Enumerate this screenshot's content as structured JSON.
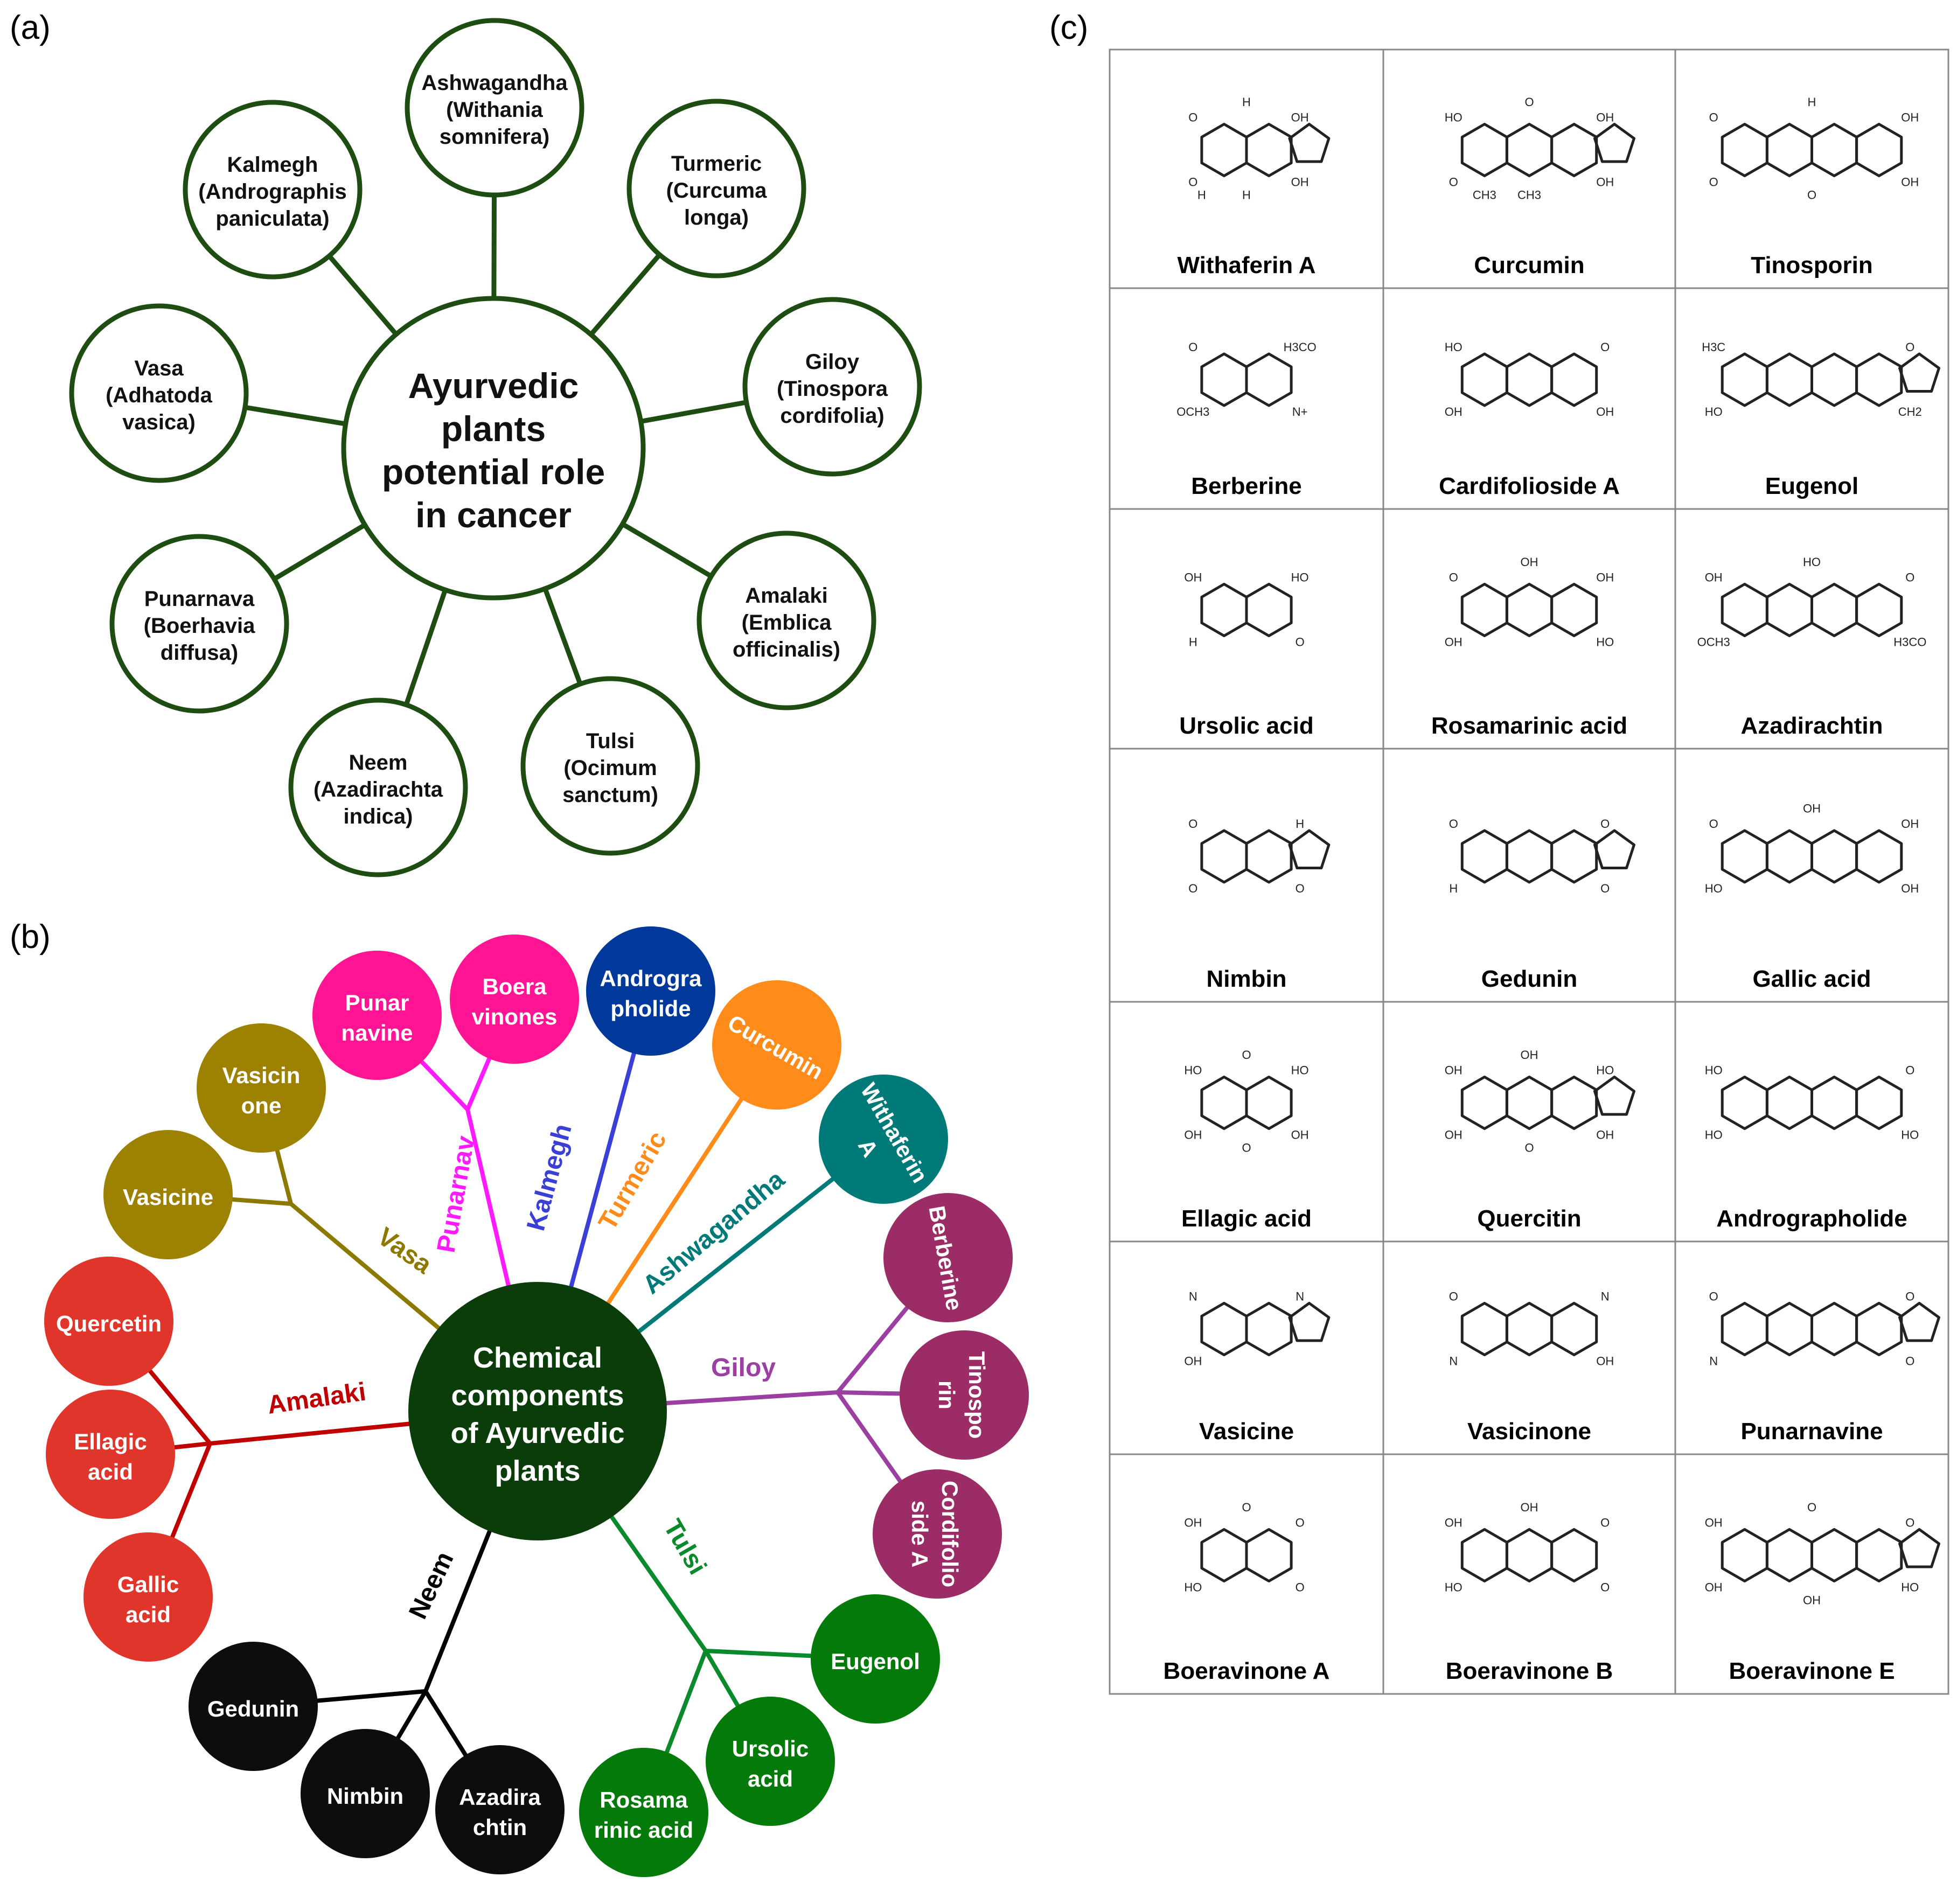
{
  "panel_a": {
    "label": "(a)",
    "center": [
      "Ayurvedic",
      "plants",
      "potential role",
      "in cancer"
    ],
    "plants": [
      {
        "lines": [
          "Ashwagandha",
          "(Withania",
          "somnifera)"
        ]
      },
      {
        "lines": [
          "Turmeric",
          "(Curcuma",
          "longa)"
        ]
      },
      {
        "lines": [
          "Giloy",
          "(Tinospora",
          "cordifolia)"
        ]
      },
      {
        "lines": [
          "Amalaki",
          "(Emblica",
          "officinalis)"
        ]
      },
      {
        "lines": [
          "Tulsi",
          "(Ocimum",
          "sanctum)"
        ]
      },
      {
        "lines": [
          "Neem",
          "(Azadirachta",
          "indica)"
        ]
      },
      {
        "lines": [
          "Punarnava",
          "(Boerhavia",
          "diffusa)"
        ]
      },
      {
        "lines": [
          "Vasa",
          "(Adhatoda",
          "vasica)"
        ]
      },
      {
        "lines": [
          "Kalmegh",
          "(Andrographis",
          "paniculata)"
        ]
      }
    ]
  },
  "panel_b": {
    "label": "(b)",
    "center": [
      "Chemical",
      "components",
      "of Ayurvedic",
      "plants"
    ],
    "branches": [
      {
        "name": "Punarnav",
        "color": "#ff1aff",
        "nodes": [
          {
            "lines": [
              "Punar",
              "navine"
            ],
            "fill": "#ff1493"
          },
          {
            "lines": [
              "Boera",
              "vinones"
            ],
            "fill": "#ff1493"
          }
        ]
      },
      {
        "name": "Kalmegh",
        "color": "#3a3fd6",
        "nodes": [
          {
            "lines": [
              "Androgra",
              "pholide"
            ],
            "fill": "#00389c"
          }
        ]
      },
      {
        "name": "Turmeric",
        "color": "#ff8c1a",
        "nodes": [
          {
            "lines": [
              "Curcumin"
            ],
            "fill": "#ff8c1a"
          }
        ]
      },
      {
        "name": "Ashwagandha",
        "color": "#007a78",
        "nodes": [
          {
            "lines": [
              "Withaferin",
              "A"
            ],
            "fill": "#007a78"
          }
        ]
      },
      {
        "name": "Giloy",
        "color": "#9b3fa3",
        "nodes": [
          {
            "lines": [
              "Berberine"
            ],
            "fill": "#9b2c66"
          },
          {
            "lines": [
              "Tinospo",
              "rin"
            ],
            "fill": "#9b2c66"
          },
          {
            "lines": [
              "Cordifolio",
              "side A"
            ],
            "fill": "#9b2c66"
          }
        ]
      },
      {
        "name": "Tulsi",
        "color": "#0a8a2c",
        "nodes": [
          {
            "lines": [
              "Eugenol"
            ],
            "fill": "#047a0a"
          },
          {
            "lines": [
              "Ursolic",
              "acid"
            ],
            "fill": "#047a0a"
          },
          {
            "lines": [
              "Rosama",
              "rinic acid"
            ],
            "fill": "#047a0a"
          }
        ]
      },
      {
        "name": "Neem",
        "color": "#000000",
        "nodes": [
          {
            "lines": [
              "Gedunin"
            ],
            "fill": "#0d0d0d"
          },
          {
            "lines": [
              "Nimbin"
            ],
            "fill": "#0d0d0d"
          },
          {
            "lines": [
              "Azadira",
              "chtin"
            ],
            "fill": "#0d0d0d"
          }
        ]
      },
      {
        "name": "Amalaki",
        "color": "#c00000",
        "nodes": [
          {
            "lines": [
              "Quercetin"
            ],
            "fill": "#e0352b"
          },
          {
            "lines": [
              "Ellagic",
              "acid"
            ],
            "fill": "#e0352b"
          },
          {
            "lines": [
              "Gallic",
              "acid"
            ],
            "fill": "#e0352b"
          }
        ]
      },
      {
        "name": "Vasa",
        "color": "#8c7a00",
        "nodes": [
          {
            "lines": [
              "Vasicine"
            ],
            "fill": "#9c8200"
          },
          {
            "lines": [
              "Vasicin",
              "one"
            ],
            "fill": "#9c8200"
          }
        ]
      }
    ]
  },
  "panel_c": {
    "label": "(c)",
    "compounds": [
      {
        "name": "Withaferin A",
        "atoms": [
          "O",
          "OH",
          "O",
          "OH",
          "H",
          "H",
          "H"
        ]
      },
      {
        "name": "Curcumin",
        "atoms": [
          "HO",
          "OH",
          "O",
          "OH",
          "O",
          "CH3",
          "CH3"
        ]
      },
      {
        "name": "Tinosporin",
        "atoms": [
          "O",
          "OH",
          "O",
          "OH",
          "H",
          "O"
        ]
      },
      {
        "name": "Berberine",
        "atoms": [
          "O",
          "H3CO",
          "OCH3",
          "N+"
        ]
      },
      {
        "name": "Cardifolioside A",
        "atoms": [
          "HO",
          "O",
          "OH",
          "OH"
        ]
      },
      {
        "name": "Eugenol",
        "atoms": [
          "H3C",
          "O",
          "HO",
          "CH2"
        ]
      },
      {
        "name": "Ursolic acid",
        "atoms": [
          "OH",
          "HO",
          "H",
          "O"
        ]
      },
      {
        "name": "Rosamarinic acid",
        "atoms": [
          "O",
          "OH",
          "OH",
          "HO",
          "OH"
        ]
      },
      {
        "name": "Azadirachtin",
        "atoms": [
          "OH",
          "O",
          "OCH3",
          "H3CO",
          "HO"
        ]
      },
      {
        "name": "Nimbin",
        "atoms": [
          "O",
          "H",
          "O",
          "O"
        ]
      },
      {
        "name": "Gedunin",
        "atoms": [
          "O",
          "O",
          "H",
          "O"
        ]
      },
      {
        "name": "Gallic acid",
        "atoms": [
          "O",
          "OH",
          "HO",
          "OH",
          "OH"
        ]
      },
      {
        "name": "Ellagic acid",
        "atoms": [
          "HO",
          "HO",
          "OH",
          "OH",
          "O",
          "O"
        ]
      },
      {
        "name": "Quercitin",
        "atoms": [
          "OH",
          "HO",
          "OH",
          "OH",
          "OH",
          "O"
        ]
      },
      {
        "name": "Andrographolide",
        "atoms": [
          "HO",
          "O",
          "HO",
          "HO"
        ]
      },
      {
        "name": "Vasicine",
        "atoms": [
          "N",
          "N",
          "OH"
        ]
      },
      {
        "name": "Vasicinone",
        "atoms": [
          "O",
          "N",
          "N",
          "OH"
        ]
      },
      {
        "name": "Punarnavine",
        "atoms": [
          "O",
          "O",
          "N",
          "O"
        ]
      },
      {
        "name": "Boeravinone A",
        "atoms": [
          "OH",
          "O",
          "HO",
          "O",
          "O"
        ]
      },
      {
        "name": "Boeravinone B",
        "atoms": [
          "OH",
          "O",
          "HO",
          "O",
          "OH"
        ]
      },
      {
        "name": "Boeravinone E",
        "atoms": [
          "OH",
          "O",
          "OH",
          "HO",
          "O",
          "OH"
        ]
      }
    ]
  }
}
